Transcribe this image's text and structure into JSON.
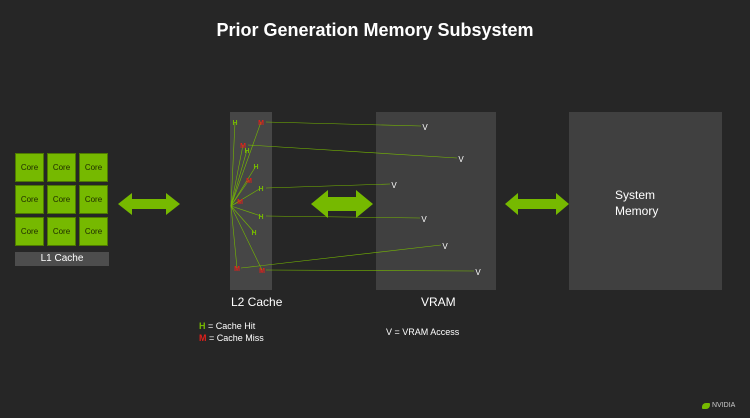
{
  "title": "Prior Generation Memory Subsystem",
  "cores": [
    "Core",
    "Core",
    "Core",
    "Core",
    "Core",
    "Core",
    "Core",
    "Core",
    "Core"
  ],
  "l1_label": "L1 Cache",
  "l2_label": "L2 Cache",
  "vram_label": "VRAM",
  "system_memory": {
    "line1": "System",
    "line2": "Memory"
  },
  "legend": {
    "hit_letter": "H",
    "hit_text": "= Cache Hit",
    "miss_letter": "M",
    "miss_text": "= Cache Miss",
    "vram_access": "V = VRAM Access"
  },
  "l2_markers": [
    {
      "letter": "H",
      "type": "hit"
    },
    {
      "letter": "M",
      "type": "miss"
    },
    {
      "letter": "M",
      "type": "miss"
    },
    {
      "letter": "H",
      "type": "hit"
    },
    {
      "letter": "H",
      "type": "hit"
    },
    {
      "letter": "M",
      "type": "miss"
    },
    {
      "letter": "H",
      "type": "hit"
    },
    {
      "letter": "M",
      "type": "miss"
    },
    {
      "letter": "H",
      "type": "hit"
    },
    {
      "letter": "H",
      "type": "hit"
    },
    {
      "letter": "M",
      "type": "miss"
    },
    {
      "letter": "M",
      "type": "miss"
    }
  ],
  "vram_markers": [
    "V",
    "V",
    "V",
    "V",
    "V",
    "V"
  ],
  "logo_text": "NVIDIA",
  "colors": {
    "accent": "#76b900",
    "miss": "#e0201b",
    "background": "#262626"
  }
}
